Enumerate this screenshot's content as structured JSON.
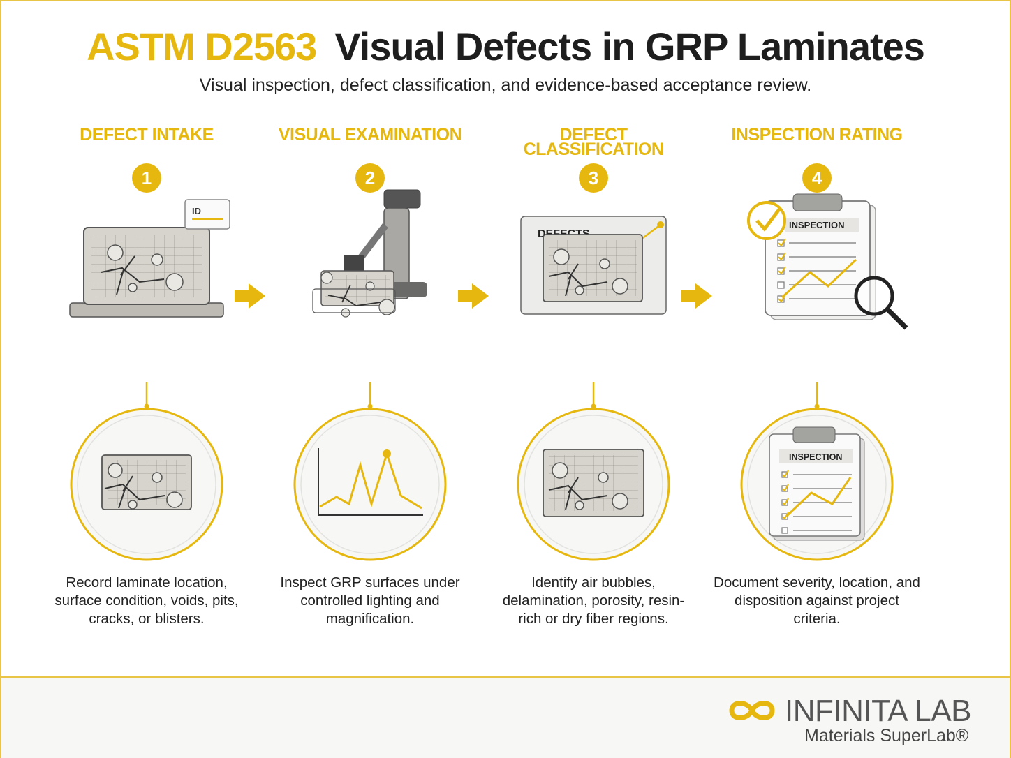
{
  "header": {
    "title_code": "ASTM D2563",
    "title_text": "Visual Defects in GRP Laminates",
    "subtitle": "Visual inspection, defect classification, and evidence-based acceptance review."
  },
  "steps": [
    {
      "number": "1",
      "title": "DEFECT INTAKE",
      "description": "Record laminate location, surface condition, voids, pits, cracks, or blisters.",
      "art_label": "ID"
    },
    {
      "number": "2",
      "title": "VISUAL EXAMINATION",
      "description": "Inspect GRP surfaces under controlled lighting and magnification."
    },
    {
      "number": "3",
      "title": "DEFECT CLASSIFICATION",
      "description": "Identify air bubbles, delamination, porosity, resin-rich or dry fiber regions.",
      "art_label": "DEFECTS"
    },
    {
      "number": "4",
      "title": "INSPECTION RATING",
      "description": "Document severity, location, and disposition against project criteria.",
      "art_label": "INSPECTION"
    }
  ],
  "footer": {
    "logo_name": "INFINITA LAB",
    "logo_tagline": "Materials SuperLab®"
  },
  "colors": {
    "accent": "#e6b80f",
    "dark": "#1e1e1e",
    "panel": "#d6d4cc"
  }
}
